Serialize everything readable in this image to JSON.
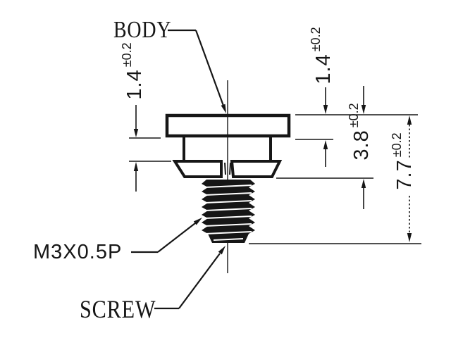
{
  "labels": {
    "body": "BODY",
    "screw": "SCREW",
    "thread_spec": "M3X0.5P"
  },
  "dimensions": {
    "neck_height": {
      "value": "1.4",
      "tolerance": "±0.2"
    },
    "flange_height": {
      "value": "1.4",
      "tolerance": "±0.2"
    },
    "body_height": {
      "value": "3.8",
      "tolerance": "±0.2"
    },
    "overall_height": {
      "value": "7.7",
      "tolerance": "±0.2"
    }
  },
  "colors": {
    "ink": "#161616",
    "background": "#ffffff"
  }
}
